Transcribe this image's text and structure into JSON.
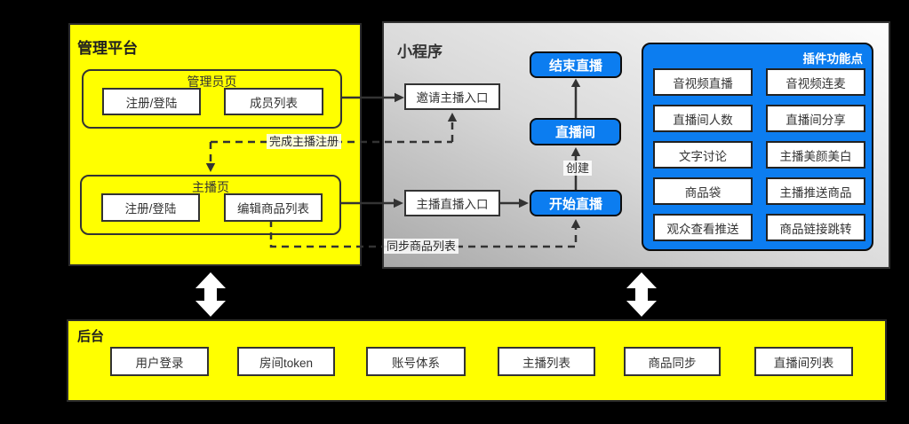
{
  "management_platform": {
    "title": "管理平台",
    "admin_page": {
      "title": "管理员页",
      "items": [
        "注册/登陆",
        "成员列表"
      ]
    },
    "anchor_page": {
      "title": "主播页",
      "items": [
        "注册/登陆",
        "编辑商品列表"
      ]
    }
  },
  "mini_program": {
    "title": "小程序",
    "invite_entry": "邀请主播入口",
    "anchor_entry": "主播直播入口",
    "end_live": "结束直播",
    "live_room": "直播间",
    "start_live": "开始直播"
  },
  "edge_labels": {
    "complete_registration": "完成主播注册",
    "sync_products": "同步商品列表",
    "create": "创建"
  },
  "plugin_panel": {
    "title": "插件功能点",
    "left": [
      "音视频直播",
      "直播间人数",
      "文字讨论",
      "商品袋",
      "观众查看推送"
    ],
    "right": [
      "音视频连麦",
      "直播间分享",
      "主播美颜美白",
      "主播推送商品",
      "商品链接跳转"
    ]
  },
  "backend": {
    "title": "后台",
    "items": [
      "用户登录",
      "房间token",
      "账号体系",
      "主播列表",
      "商品同步",
      "直播间列表"
    ]
  },
  "colors": {
    "background": "#000000",
    "panel_yellow": "#FFFF00",
    "node_blue": "#0C7DF0",
    "line": "#333333",
    "arrow_white": "#FFFFFF"
  }
}
